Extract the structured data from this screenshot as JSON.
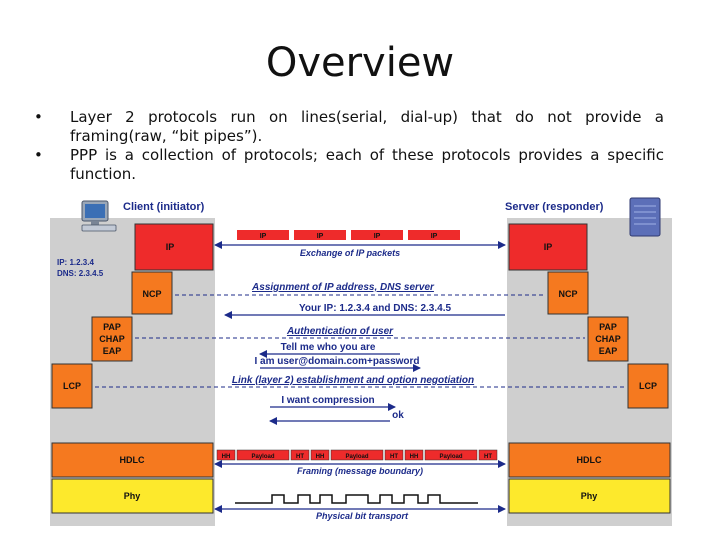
{
  "slide": {
    "title": "Overview",
    "bullets": [
      "Layer 2 protocols run on lines(serial, dial-up) that do not provide a framing(raw, “bit pipes”).",
      "PPP is a collection of protocols; each of these protocols provides a specific function."
    ]
  },
  "diagram": {
    "client_label": "Client (initiator)",
    "server_label": "Server (responder)",
    "client_icon": "computer-icon",
    "server_icon": "server-icon",
    "client_ip": "IP: 1.2.3.4",
    "client_dns": "DNS: 2.3.4.5",
    "layers": {
      "ip": "IP",
      "ncp": "NCP",
      "auth_line1": "PAP",
      "auth_line2": "CHAP",
      "auth_line3": "EAP",
      "lcp": "LCP",
      "hdlc": "HDLC",
      "phy": "Phy"
    },
    "ip_packet_label": "IP",
    "messages": {
      "exchange": "Exchange of IP packets",
      "assignment": "Assignment of IP address, DNS server",
      "your_ip": "Your IP: 1.2.3.4 and DNS: 2.3.4.5",
      "authentication": "Authentication of user",
      "tell_me": "Tell me who you are",
      "i_am": "I am user@domain.com+password",
      "link": "Link (layer 2) establishment and option negotiation",
      "want_compression": "I want compression",
      "ok": "ok",
      "framing": "Framing (message boundary)",
      "physical": "Physical bit transport"
    },
    "frame_fields": {
      "hh": "HH",
      "payload": "Payload",
      "ht": "HT"
    },
    "colors": {
      "ip_red": "#ee2b2b",
      "layer_orange": "#f5791f",
      "phy_yellow": "#fde92c",
      "background_gray": "#cfcfcf",
      "text_blue": "#1c2b8a"
    }
  }
}
